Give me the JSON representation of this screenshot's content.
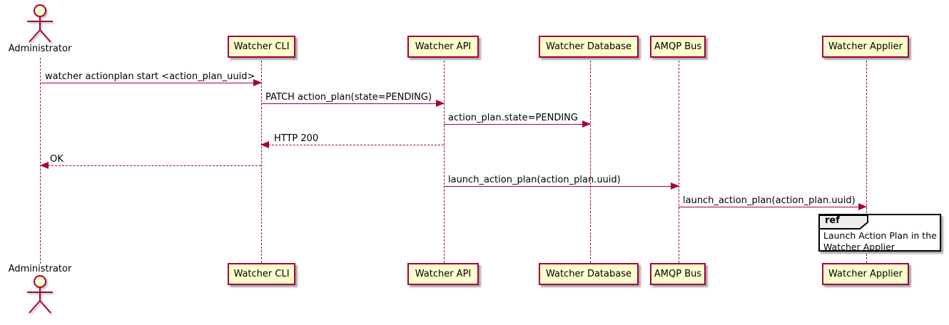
{
  "diagram_type": "uml-sequence",
  "actor": {
    "name": "Administrator"
  },
  "participants": [
    "Watcher CLI",
    "Watcher API",
    "Watcher Database",
    "AMQP Bus",
    "Watcher Applier"
  ],
  "messages": [
    {
      "from": "Administrator",
      "to": "Watcher CLI",
      "label": "watcher actionplan start <action_plan_uuid>",
      "style": "solid",
      "direction": "right"
    },
    {
      "from": "Watcher CLI",
      "to": "Watcher API",
      "label": "PATCH action_plan(state=PENDING)",
      "style": "solid",
      "direction": "right"
    },
    {
      "from": "Watcher API",
      "to": "Watcher Database",
      "label": "action_plan.state=PENDING",
      "style": "solid",
      "direction": "right"
    },
    {
      "from": "Watcher API",
      "to": "Watcher CLI",
      "label": "HTTP 200",
      "style": "dashed",
      "direction": "left"
    },
    {
      "from": "Watcher CLI",
      "to": "Administrator",
      "label": "OK",
      "style": "dashed",
      "direction": "left"
    },
    {
      "from": "Watcher API",
      "to": "AMQP Bus",
      "label": "launch_action_plan(action_plan.uuid)",
      "style": "solid",
      "direction": "right"
    },
    {
      "from": "AMQP Bus",
      "to": "Watcher Applier",
      "label": "launch_action_plan(action_plan.uuid)",
      "style": "solid",
      "direction": "right"
    }
  ],
  "ref": {
    "keyword": "ref",
    "over": "Watcher Applier",
    "lines": [
      "Launch Action Plan in the",
      "Watcher Applier"
    ]
  },
  "colors": {
    "participant_fill": "#FEFECE",
    "participant_border": "#A80036",
    "lifeline": "#A80036",
    "arrow": "#A80036",
    "text": "#000000",
    "ref_border": "#000000",
    "ref_tab_fill": "#EEEEEE",
    "ref_body_fill": "#FFFFFF"
  }
}
